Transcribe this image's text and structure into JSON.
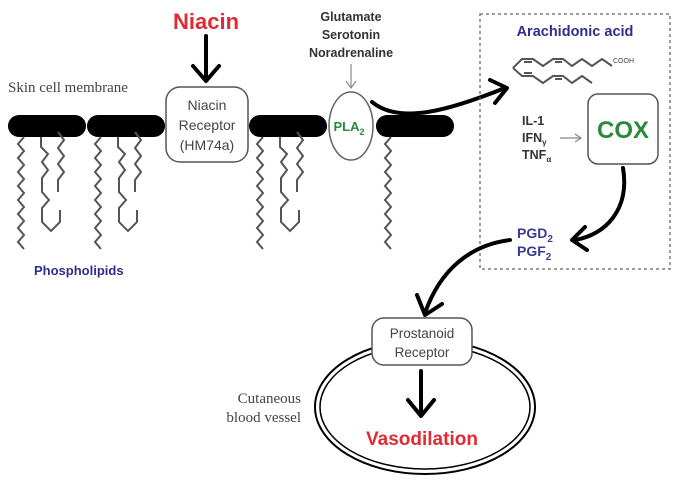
{
  "title": "Niacin-induced flushing pathway",
  "colors": {
    "niacin": "#e02b35",
    "vasodilation": "#e02b35",
    "enzyme_green": "#2a8a3a",
    "blue_label": "#2e2e8c",
    "text_gray": "#444444",
    "membrane": "#000000"
  },
  "labels": {
    "niacin": "Niacin",
    "skin_membrane": "Skin cell membrane",
    "niacin_receptor": [
      "Niacin",
      "Receptor",
      "(HM74a)"
    ],
    "neurotransmitters": [
      "Glutamate",
      "Serotonin",
      "Noradrenaline"
    ],
    "pla2": {
      "base": "PLA",
      "sub": "2"
    },
    "arachidonic_acid": "Arachidonic acid",
    "cooh": "COOH",
    "cytokines": [
      {
        "base": "IL-1",
        "sub": ""
      },
      {
        "base": "IFN",
        "sub": "γ"
      },
      {
        "base": "TNF",
        "sub": "α"
      }
    ],
    "cox": "COX",
    "prostaglandins": [
      {
        "base": "PGD",
        "sub": "2"
      },
      {
        "base": "PGF",
        "sub": "2"
      }
    ],
    "phospholipids": "Phospholipids",
    "prostanoid_receptor": [
      "Prostanoid",
      "Receptor"
    ],
    "blood_vessel": [
      "Cutaneous",
      "blood vessel"
    ],
    "vasodilation": "Vasodilation"
  }
}
